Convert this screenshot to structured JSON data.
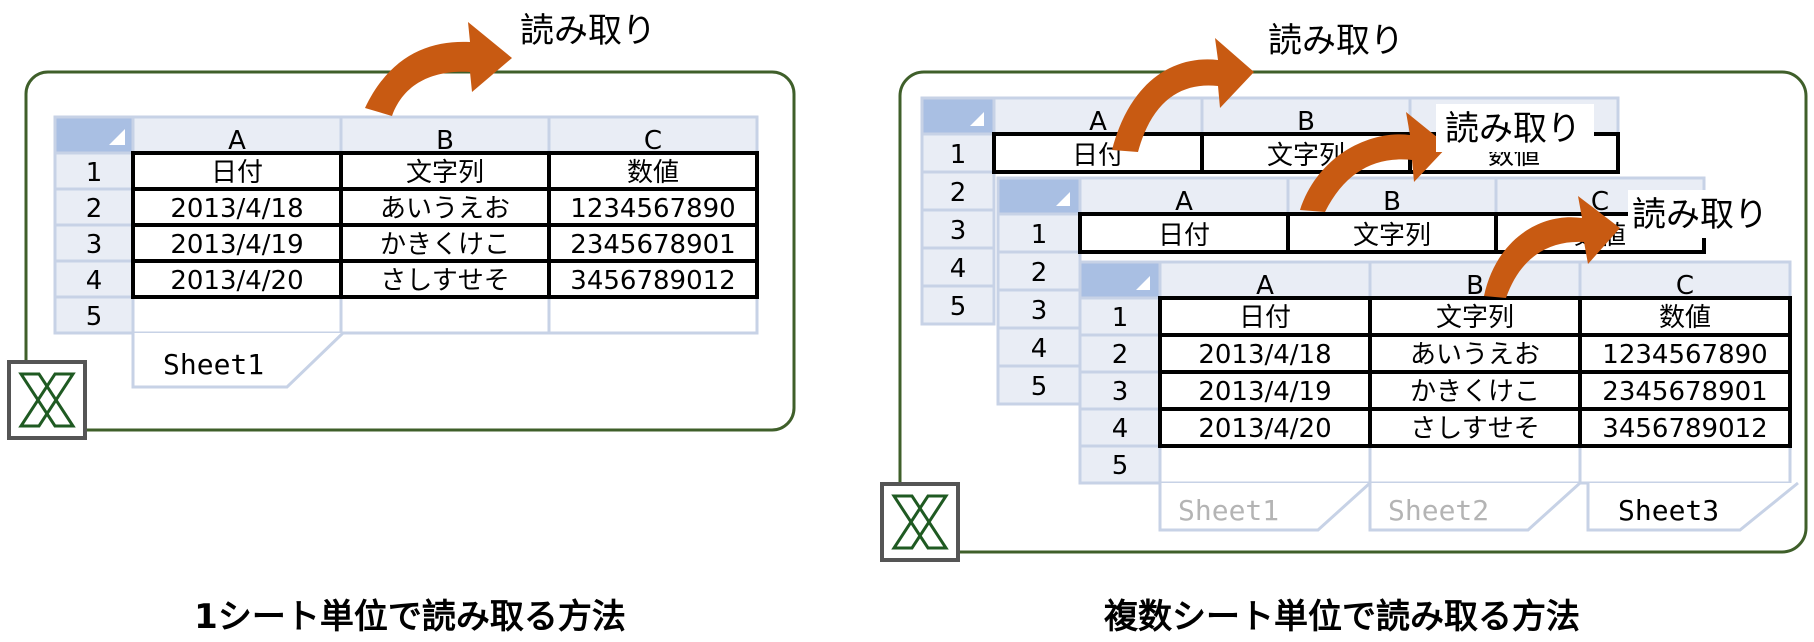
{
  "columns": [
    "A",
    "B",
    "C"
  ],
  "row_numbers": [
    "1",
    "2",
    "3",
    "4",
    "5"
  ],
  "table": {
    "header": [
      "日付",
      "文字列",
      "数値"
    ],
    "rows": [
      [
        "2013/4/18",
        "あいうえお",
        "1234567890"
      ],
      [
        "2013/4/19",
        "かきくけこ",
        "2345678901"
      ],
      [
        "2013/4/20",
        "さしすせそ",
        "3456789012"
      ]
    ]
  },
  "read_label": "読み取り",
  "left": {
    "sheet_tab": "Sheet1",
    "caption": "1シート単位で読み取る方法"
  },
  "right": {
    "back_header": [
      "日付",
      "文字列",
      "数値"
    ],
    "mid_header": [
      "日付",
      "文字列",
      "数値"
    ],
    "sheet_tabs": [
      "Sheet1",
      "Sheet2",
      "Sheet3"
    ],
    "caption": "複数シート単位で読み取る方法"
  },
  "colors": {
    "panel_border": "#3f5f2a",
    "grid": "#c7d2e6",
    "header_fill": "#e9edf5",
    "corner_fill": "#a9bfe3",
    "arrow": "#c85a12",
    "inactive_tab_text": "#b4b4b4"
  }
}
